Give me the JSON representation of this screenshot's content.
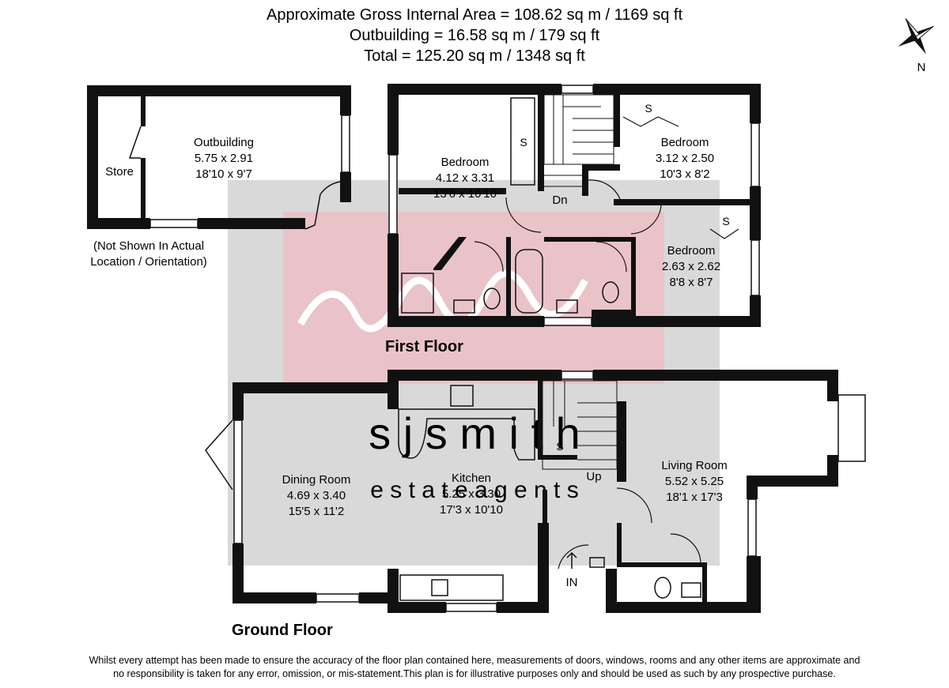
{
  "header": {
    "line1": "Approximate Gross Internal Area = 108.62 sq m / 1169 sq ft",
    "line2": "Outbuilding = 16.58 sq m / 179 sq ft",
    "line3": "Total = 125.20 sq m / 1348 sq ft"
  },
  "compass": {
    "label": "N"
  },
  "watermark": {
    "brand": "s j s m i t h",
    "tagline": "e s t a t e a g e n t s"
  },
  "outbuilding": {
    "name": "Outbuilding",
    "metric": "5.75 x 2.91",
    "imperial": "18'10 x 9'7",
    "store": "Store",
    "note_line1": "(Not Shown In Actual",
    "note_line2": "Location / Orientation)"
  },
  "first_floor": {
    "title": "First Floor",
    "bedroom1": {
      "name": "Bedroom",
      "metric": "4.12 x 3.31",
      "imperial": "13'6 x 10'10"
    },
    "bedroom2": {
      "name": "Bedroom",
      "metric": "3.12 x 2.50",
      "imperial": "10'3 x 8'2"
    },
    "bedroom3": {
      "name": "Bedroom",
      "metric": "2.63 x 2.62",
      "imperial": "8'8 x 8'7"
    },
    "storage_label": "S",
    "stairs_label": "Dn"
  },
  "ground_floor": {
    "title": "Ground Floor",
    "dining": {
      "name": "Dining Room",
      "metric": "4.69 x 3.40",
      "imperial": "15'5 x 11'2"
    },
    "kitchen": {
      "name": "Kitchen",
      "metric": "5.25 x 3.30",
      "imperial": "17'3 x 10'10"
    },
    "living": {
      "name": "Living Room",
      "metric": "5.52 x 5.25",
      "imperial": "18'1 x 17'3"
    },
    "storage_label": "S",
    "stairs_label": "Up",
    "entrance_label": "IN"
  },
  "disclaimer": {
    "line1": "Whilst every attempt has been made to ensure the accuracy of the floor plan contained here, measurements of doors, windows, rooms and any other items are approximate and",
    "line2": "no responsibility is taken for any error, omission, or mis-statement.This plan is for illustrative purposes only and should be used as such by any prospective purchase."
  },
  "colors": {
    "wall": "#111111",
    "watermark_grey": "#d9d9d9",
    "watermark_pink": "#e9c3c8",
    "watermark_red": "#d0233a"
  }
}
